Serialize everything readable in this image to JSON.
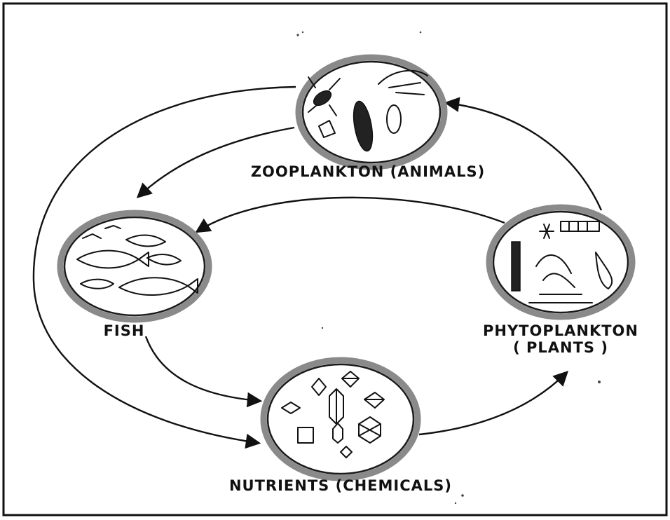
{
  "nodes": {
    "zooplankton": {
      "label": "ZOOPLANKTON  (ANIMALS)"
    },
    "fish": {
      "label": "FISH"
    },
    "phytoplankton": {
      "label_line1": "PHYTOPLANKTON",
      "label_line2": "( PLANTS )"
    },
    "nutrients": {
      "label": "NUTRIENTS (CHEMICALS)"
    }
  },
  "icons": [
    "copepod-icon",
    "fish-icon",
    "algae-icon",
    "crystal-icon"
  ],
  "colors": {
    "ink": "#111111",
    "ring": "#8a8a8a",
    "background": "#ffffff"
  }
}
